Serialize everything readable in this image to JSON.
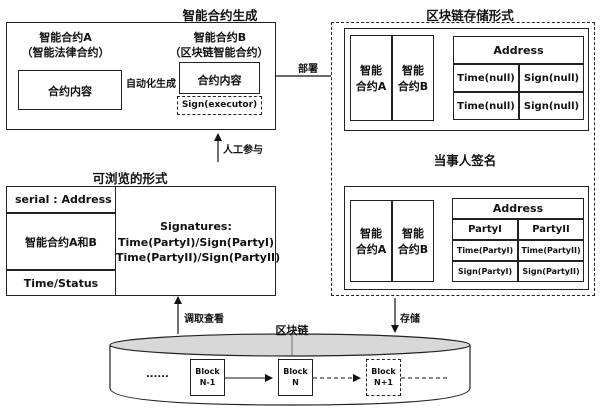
{
  "titles": {
    "generation": "智能合约生成",
    "storage": "区块链存储形式",
    "browse": "可浏览的形式"
  },
  "contract_a": {
    "line1": "智能合约A",
    "line2": "（智能法律合约）",
    "content": "合约内容"
  },
  "contract_b": {
    "line1": "智能合约B",
    "line2": "（区块链智能合约）",
    "content": "合约内容",
    "sign": "Sign(executor)"
  },
  "labels": {
    "auto_generate": "自动化生成",
    "deploy": "部署",
    "human_participate": "人工参与",
    "parties_sign": "当事人签名",
    "retrieve_view": "调取查看",
    "store": "存储",
    "blockchain": "区块链"
  },
  "storage_top": {
    "contract_a": "智能\n合约A",
    "contract_b": "智能\n合约B",
    "address": "Address",
    "cells": [
      "Time(null)",
      "Sign(null)",
      "Time(null)",
      "Sign(null)"
    ]
  },
  "storage_bottom": {
    "contract_a": "智能\n合约A",
    "contract_b": "智能\n合约B",
    "address": "Address",
    "party1": "PartyI",
    "party2": "PartyII",
    "cells": [
      "Time(PartyI)",
      "Time(PartyII)",
      "Sign(PartyI)",
      "Sign(PartyII)"
    ]
  },
  "browse_box": {
    "serial": "serial : Address",
    "contracts": "智能合约A和B",
    "time_status": "Time/Status",
    "signatures_title": "Signatures:",
    "sig_line1": "Time(PartyI)/Sign(PartyI)",
    "sig_line2": "Time(PartyII)/Sign(PartyII)"
  },
  "chain": {
    "ellipsis": "......",
    "blocks": [
      {
        "name": "Block",
        "index": "N-1"
      },
      {
        "name": "Block",
        "index": "N"
      },
      {
        "name": "Block",
        "index": "N+1"
      }
    ]
  }
}
